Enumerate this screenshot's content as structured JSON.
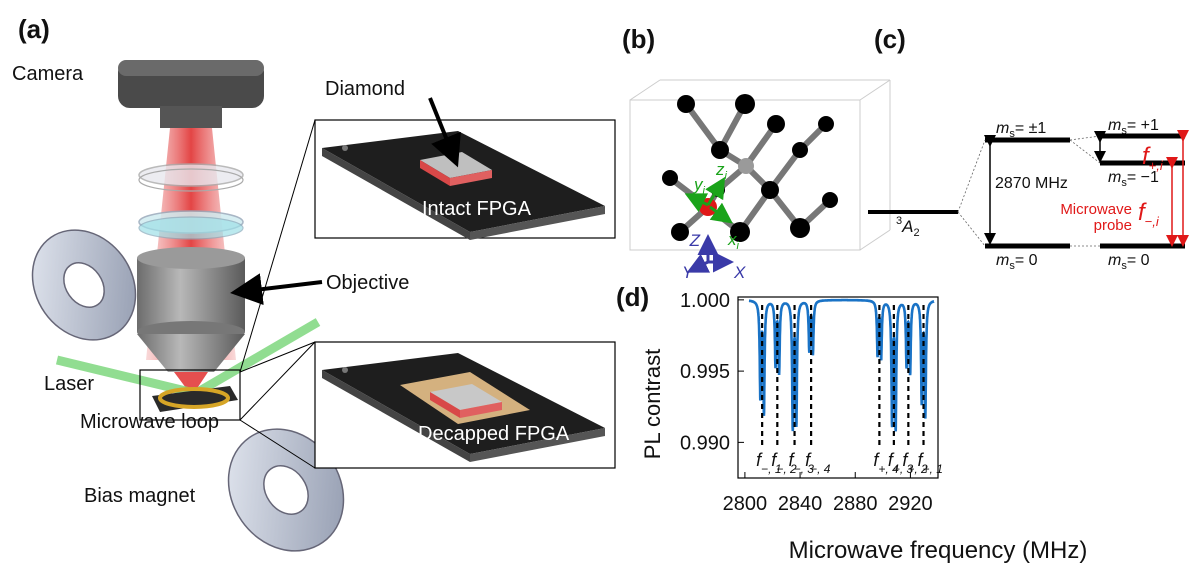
{
  "panel_a": {
    "label": "(a)",
    "camera": "Camera",
    "diamond": "Diamond",
    "intact_fpga": "Intact FPGA",
    "objective": "Objective",
    "laser": "Laser",
    "microwave_loop": "Microwave loop",
    "decapped_fpga": "Decapped FPGA",
    "bias_magnet": "Bias magnet"
  },
  "panel_b": {
    "label": "(b)",
    "axes_local": {
      "x": "x",
      "y": "y",
      "z": "z",
      "sub": "i"
    },
    "axes_lab": {
      "x": "X",
      "y": "Y",
      "z": "Z"
    }
  },
  "panel_c": {
    "label": "(c)",
    "ground_state": "3A2",
    "ms_pm1": "= ±1",
    "ms_0_left": "= 0",
    "ms_p1": "= +1",
    "ms_m1": "= −1",
    "ms_0_right": "= 0",
    "zero_field_splitting": "2870 MHz",
    "microwave": "Microwave",
    "probe": "probe",
    "f_plus": "+,i",
    "f_minus": "−,i",
    "colors": {
      "accent": "#e01818",
      "levels": "#000000"
    }
  },
  "panel_d": {
    "label": "(d)",
    "ylabel": "PL contrast",
    "xlabel": "Microwave frequency (MHz)",
    "xticks": [
      "2800",
      "2840",
      "2880",
      "2920"
    ],
    "yticks": [
      "1.000",
      "0.995",
      "0.990"
    ],
    "peak_labels": [
      {
        "sub": "−, 1"
      },
      {
        "sub": "−, 2"
      },
      {
        "sub": "−, 3"
      },
      {
        "sub": "−, 4"
      },
      {
        "sub": "+, 4"
      },
      {
        "sub": "+, 3"
      },
      {
        "sub": "+, 2"
      },
      {
        "sub": "+, 1"
      }
    ]
  },
  "chart_data": {
    "type": "line",
    "title": "",
    "xlabel": "Microwave frequency (MHz)",
    "ylabel": "PL contrast",
    "xlim": [
      2795,
      2940
    ],
    "ylim": [
      0.9875,
      1.0002
    ],
    "line_color": "#1a73c6",
    "baseline": 1.0,
    "dips": [
      {
        "name": "f−,1",
        "center": 2812.5,
        "depths": [
          0.0067,
          0.0078
        ]
      },
      {
        "name": "f−,2",
        "center": 2823.5,
        "depths": [
          0.0045,
          0.005
        ]
      },
      {
        "name": "f−,3",
        "center": 2836.0,
        "depths": [
          0.0088,
          0.0085
        ]
      },
      {
        "name": "f−,4",
        "center": 2848.0,
        "depths": [
          0.0035,
          0.0037
        ]
      },
      {
        "name": "f+,4",
        "center": 2897.5,
        "depths": [
          0.0038,
          0.004
        ]
      },
      {
        "name": "f+,3",
        "center": 2908.0,
        "depths": [
          0.0085,
          0.0088
        ]
      },
      {
        "name": "f+,2",
        "center": 2918.5,
        "depths": [
          0.0045,
          0.005
        ]
      },
      {
        "name": "f+,1",
        "center": 2929.5,
        "depths": [
          0.007,
          0.008
        ]
      }
    ],
    "dip_split_mhz": 2.6,
    "dip_width_mhz": 0.55
  }
}
